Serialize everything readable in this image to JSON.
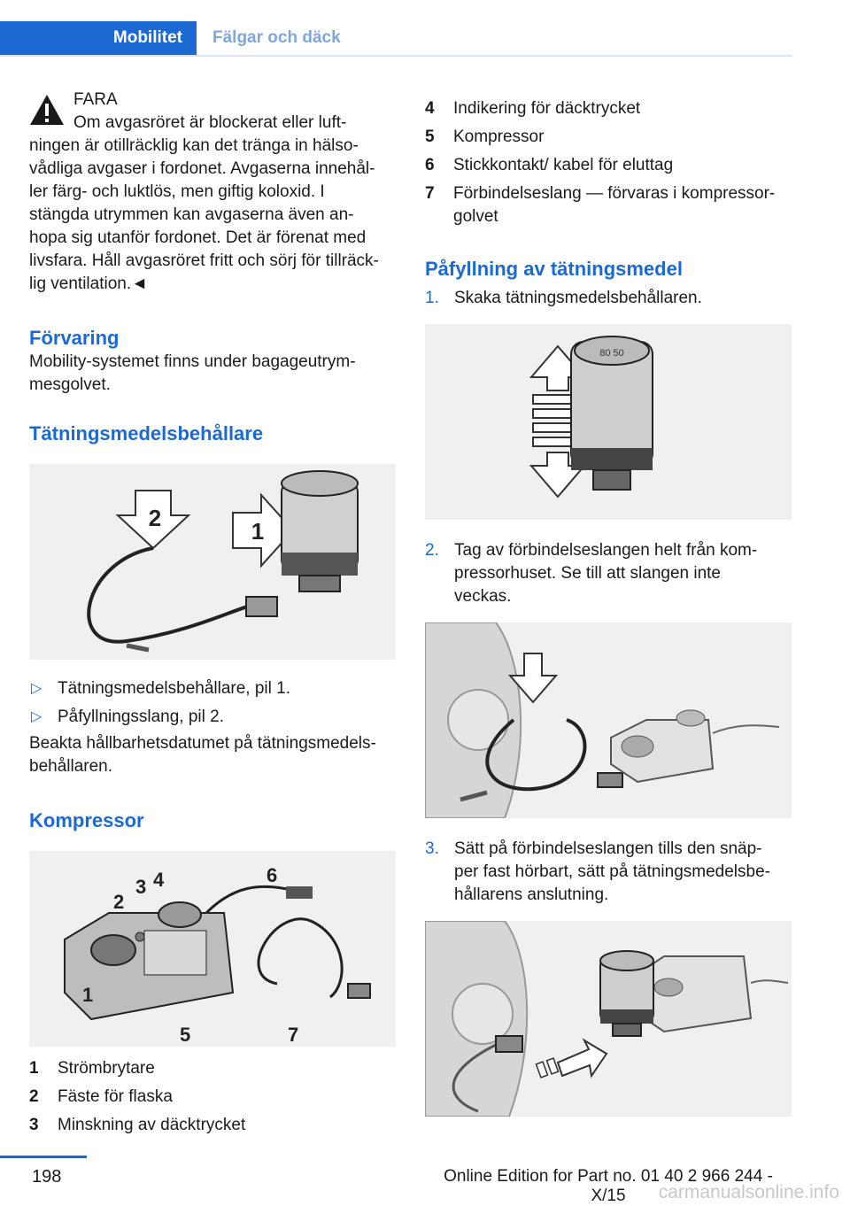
{
  "header": {
    "tab_active": "Mobilitet",
    "tab_inactive": "Fälgar och däck"
  },
  "warning": {
    "title": "FARA",
    "line1": "Om avgasröret är blockerat eller luft-",
    "body": [
      "ningen är otillräcklig kan det tränga in hälso-",
      "vådliga avgaser i fordonet. Avgaserna innehål-",
      "ler färg- och luktlös, men giftig koloxid. I",
      "stängda utrymmen kan avgaserna även an-",
      "hopa sig utanför fordonet. Det är förenat med",
      "livsfara. Håll avgasröret fritt och sörj för tillräck-",
      "lig ventilation.◄"
    ]
  },
  "storage": {
    "heading": "Förvaring",
    "text": [
      "Mobility-systemet finns under bagageutrym-",
      "mesgolvet."
    ]
  },
  "sealant": {
    "heading": "Tätningsmedelsbehållare",
    "figure_labels": {
      "arrow1": "1",
      "arrow2": "2"
    },
    "bullets": [
      "Tätningsmedelsbehållare, pil 1.",
      "Påfyllningsslang, pil 2."
    ],
    "note": [
      "Beakta hållbarhetsdatumet på tätningsmedels-",
      "behållaren."
    ]
  },
  "compressor": {
    "heading": "Kompressor",
    "figure_labels": [
      "1",
      "2",
      "3",
      "4",
      "5",
      "6",
      "7"
    ],
    "items": [
      {
        "num": "1",
        "label": "Strömbrytare"
      },
      {
        "num": "2",
        "label": "Fäste för flaska"
      },
      {
        "num": "3",
        "label": "Minskning av däcktrycket"
      },
      {
        "num": "4",
        "label": "Indikering för däcktrycket"
      },
      {
        "num": "5",
        "label": "Kompressor"
      },
      {
        "num": "6",
        "label": "Stickkontakt/ kabel för eluttag"
      },
      {
        "num": "7",
        "label": [
          "Förbindelseslang — förvaras i kompressor-",
          "golvet"
        ]
      }
    ]
  },
  "filling": {
    "heading": "Påfyllning av tätningsmedel",
    "canister_label": "80 50",
    "steps": [
      {
        "num": "1.",
        "lines": [
          "Skaka tätningsmedelsbehållaren."
        ]
      },
      {
        "num": "2.",
        "lines": [
          "Tag av förbindelseslangen helt från kom-",
          "pressorhuset. Se till att slangen inte",
          "veckas."
        ]
      },
      {
        "num": "3.",
        "lines": [
          "Sätt på förbindelseslangen tills den snäp-",
          "per fast hörbart, sätt på tätningsmedelsbe-",
          "hållarens anslutning."
        ]
      }
    ]
  },
  "footer": {
    "page_number": "198",
    "edition": "Online Edition for Part no. 01 40 2 966 244 - X/15",
    "watermark": "carmanualsonline.info"
  },
  "colors": {
    "accent": "#1c69d4",
    "figure_bg": "#f0f0f0"
  }
}
